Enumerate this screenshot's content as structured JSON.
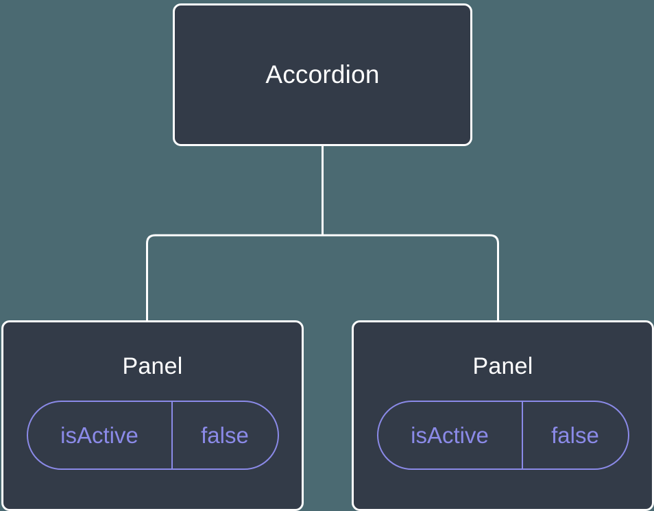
{
  "diagram": {
    "type": "component-tree",
    "background_color": "#4b6a72",
    "node_fill_color": "#333b48",
    "node_border_color": "#ffffff",
    "edge_color": "#ffffff",
    "prop_accent_color": "#8b8ae8",
    "root": {
      "title": "Accordion"
    },
    "children": [
      {
        "title": "Panel",
        "prop": {
          "key": "isActive",
          "value": "false"
        }
      },
      {
        "title": "Panel",
        "prop": {
          "key": "isActive",
          "value": "false"
        }
      }
    ]
  }
}
